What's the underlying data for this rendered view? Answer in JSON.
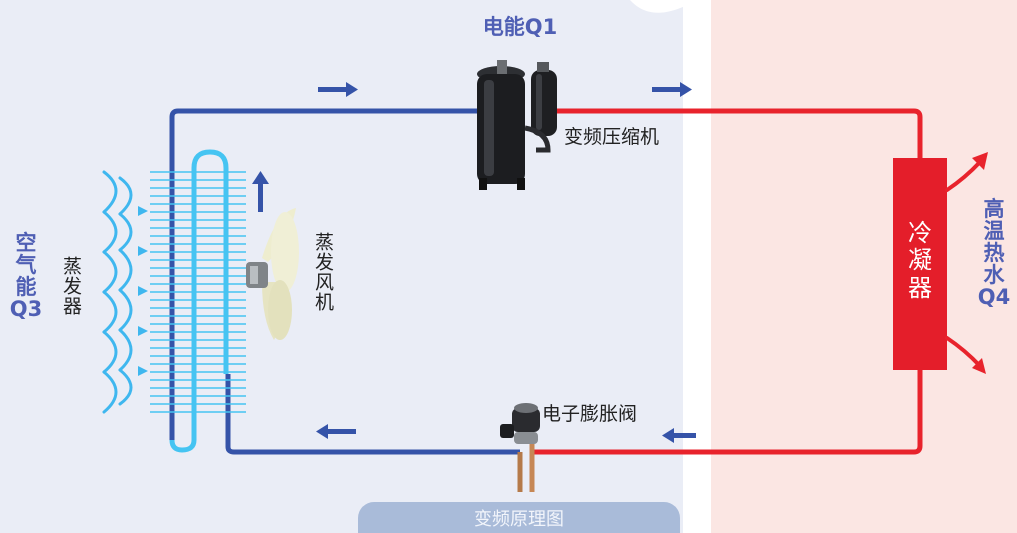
{
  "title": "电能Q1",
  "compressor_label": "变频压缩机",
  "expansion_valve_label": "电子膨胀阀",
  "evaporator_label": "蒸发器",
  "fan_label": "蒸发风机",
  "air_energy_label": [
    "空",
    "气",
    "能",
    "Q3"
  ],
  "condenser_label": [
    "冷",
    "凝",
    "器"
  ],
  "hot_water_label": [
    "高",
    "温",
    "热",
    "水",
    "Q4"
  ],
  "caption": "变频原理图",
  "colors": {
    "left_panel": "#eaedf6",
    "right_panel": "#fbe6e3",
    "cold_pipe": "#3553a8",
    "hot_pipe": "#e8232c",
    "evaporator": "#45c4f2",
    "condenser": "#e41e2a",
    "label_blue": "#4f5fb4"
  }
}
